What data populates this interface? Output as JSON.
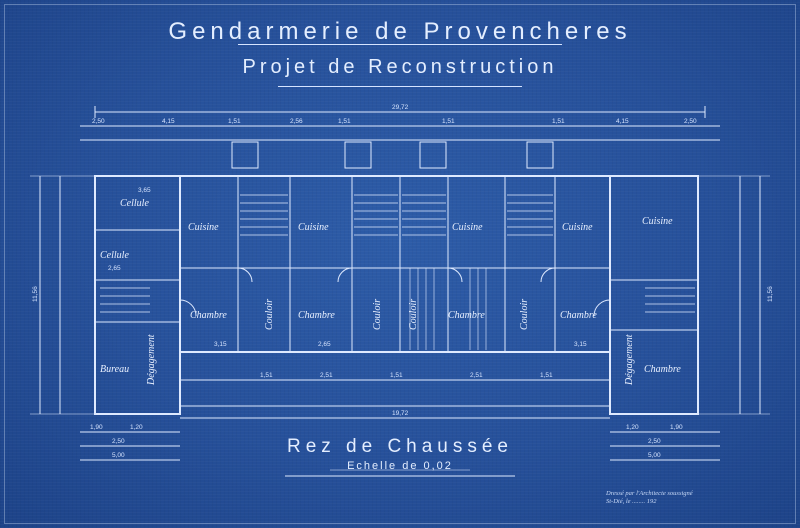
{
  "header": {
    "title": "Gendarmerie de Provencheres",
    "subtitle": "Projet de Reconstruction"
  },
  "plan": {
    "sheet_title": "Rez de Chaussée",
    "scale": "Echelle de 0,02",
    "overall_width_top": "29,72",
    "overall_width_bottom": "19,72",
    "overall_depth_left": "11,56",
    "overall_depth_right": "11,56",
    "rooms": {
      "cellule_1": "Cellule",
      "cellule_2": "Cellule",
      "bureau": "Bureau",
      "degagement_left": "Dégagement",
      "degagement_right": "Dégagement",
      "cuisine_1": "Cuisine",
      "cuisine_2": "Cuisine",
      "cuisine_3": "Cuisine",
      "cuisine_4": "Cuisine",
      "cuisine_5": "Cuisine",
      "couloir_1": "Couloir",
      "couloir_2": "Couloir",
      "couloir_3": "Couloir",
      "couloir_4": "Couloir",
      "chambre_1": "Chambre",
      "chambre_2": "Chambre",
      "chambre_3": "Chambre",
      "chambre_4": "Chambre",
      "chambre_5": "Chambre"
    },
    "top_dims": [
      "2,50",
      "4,15",
      "1,51",
      "2,56",
      "1,51",
      "1,51",
      "1,51",
      "4,15",
      "2,50"
    ],
    "bottom_dims": [
      "1,90",
      "1,20",
      "2,50",
      "5,00"
    ],
    "bottom_dims_right": [
      "1,20",
      "1,90",
      "2,50",
      "5,00"
    ],
    "inner_bottom_dims": [
      "1,51",
      "2,51",
      "1,51",
      "2,51",
      "1,51"
    ],
    "room_dims": [
      "3,65",
      "2,65",
      "3,15",
      "2,65",
      "3,15"
    ]
  },
  "signature": {
    "line1": "Dressé par l'Architecte soussigné",
    "line2": "St-Dié, le ........ 192"
  }
}
